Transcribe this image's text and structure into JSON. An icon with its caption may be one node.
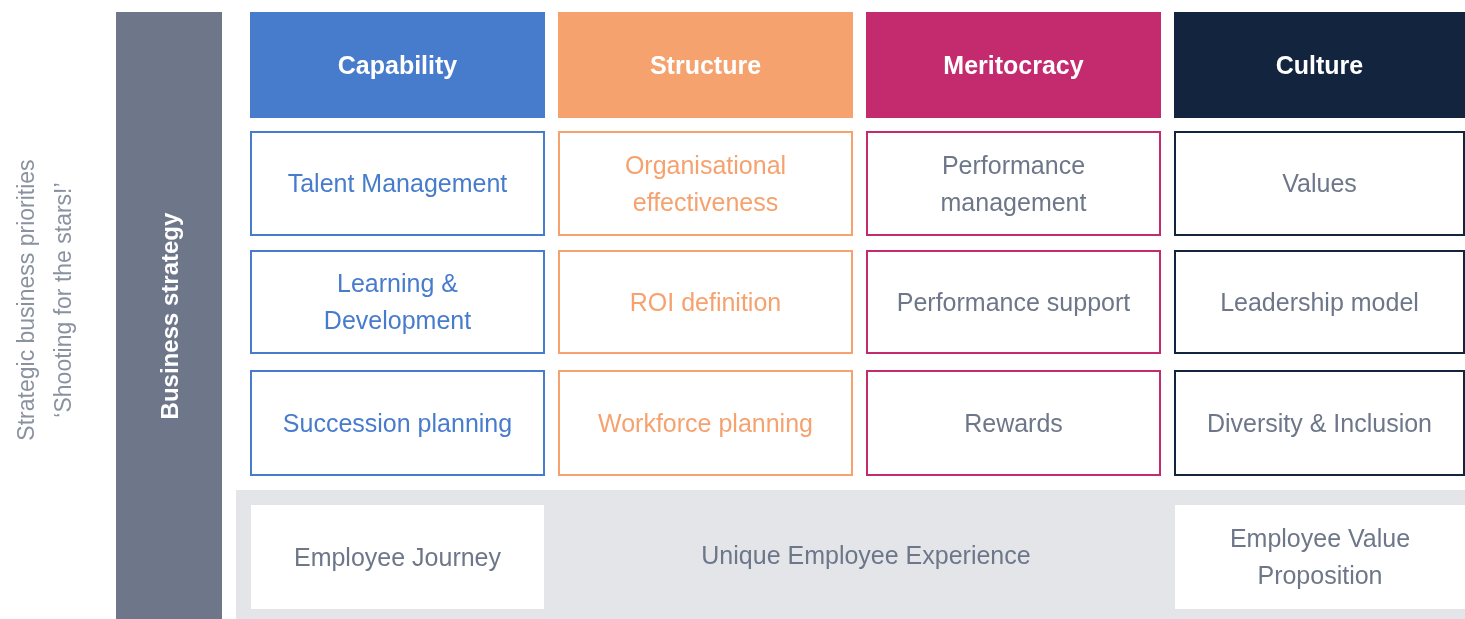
{
  "diagram": {
    "nodes": [
      {
        "text": [
          "Business strategy"
        ]
      },
      {
        "text": [
          "Capability"
        ]
      },
      {
        "text": [
          "Structure"
        ]
      },
      {
        "text": [
          "Meritocracy"
        ]
      },
      {
        "text": [
          "Culture"
        ]
      },
      {
        "text": [
          "Talent Management"
        ]
      },
      {
        "text": [
          "Organisational effectiveness"
        ]
      },
      {
        "text": [
          "Performance management"
        ]
      },
      {
        "text": [
          "Values"
        ]
      },
      {
        "text": [
          "Learning & Development"
        ]
      },
      {
        "text": [
          "ROI definition"
        ]
      },
      {
        "text": [
          "Performance support"
        ]
      },
      {
        "text": [
          "Leadership model"
        ]
      },
      {
        "text": [
          "Succession planning"
        ]
      },
      {
        "text": [
          "Workforce planning"
        ]
      },
      {
        "text": [
          "Rewards"
        ]
      },
      {
        "text": [
          "Diversity & Inclusion"
        ]
      },
      {
        "text": [
          "Unique Employee Experience"
        ]
      },
      {
        "text": [
          "Employee Journey"
        ],
        "in": 17
      },
      {
        "text": [
          "Employee Value Proposition"
        ],
        "in": 17
      }
    ],
    "labels": [
      "Strategic business priorities ‘Shooting for the stars!’"
    ]
  }
}
